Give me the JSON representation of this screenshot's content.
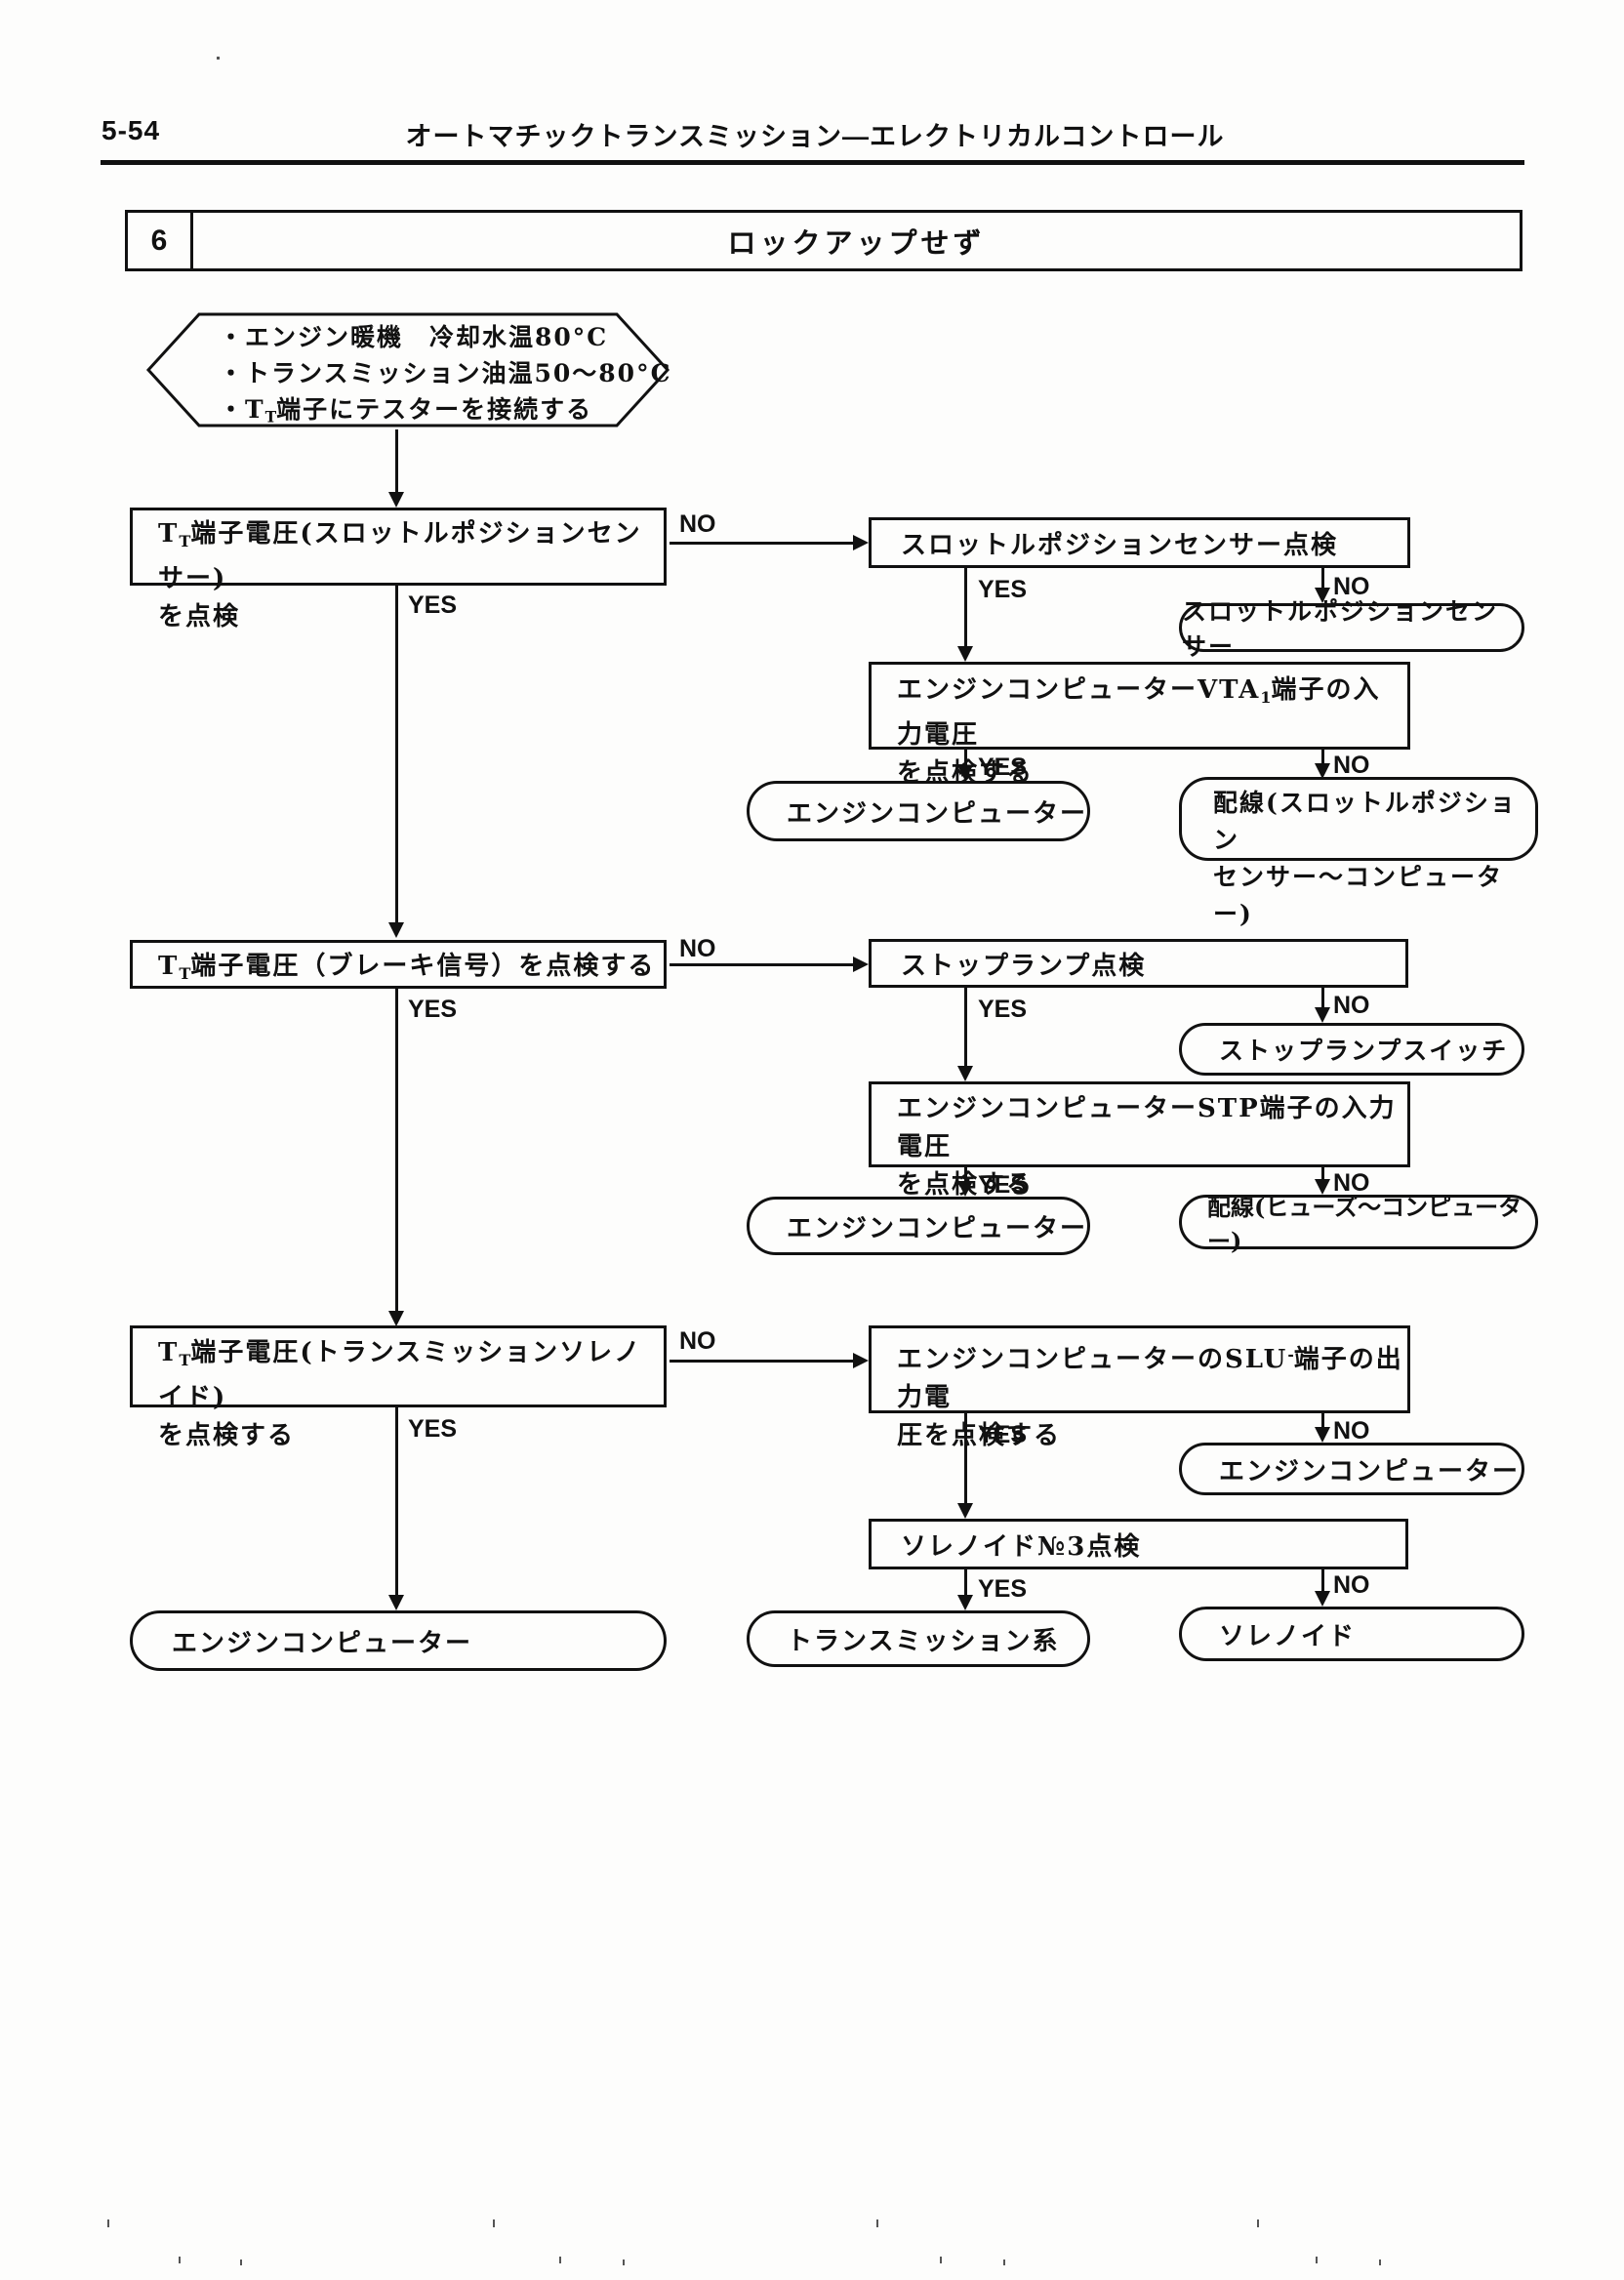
{
  "page": {
    "number": "5-54",
    "title": "オートマチックトランスミッション—エレクトリカルコントロール"
  },
  "section": {
    "number": "6",
    "title": "ロックアップせず"
  },
  "labels": {
    "yes": "YES",
    "no": "NO"
  },
  "pre": {
    "l1": "・エンジン暖機　冷却水温80°C",
    "l2": "・トランスミッション油温50～80°C",
    "l3_pre": "・T",
    "l3_sub": "T",
    "l3_post": "端子にテスターを接続する"
  },
  "flow": {
    "check_tp": {
      "l1_pre": "T",
      "l1_sub": "T",
      "l1_post": "端子電圧(スロットルポジションセンサー)",
      "l2": "を点検"
    },
    "tp_inspect": {
      "l1": "スロットルポジションセンサー点検"
    },
    "tp_sensor": {
      "l1": "スロットルポジションセンサー"
    },
    "vta": {
      "l1_pre": "エンジンコンピューターVTA",
      "l1_sub": "1",
      "l1_post": "端子の入力電圧",
      "l2": "を点検する"
    },
    "engine_computer": {
      "l1": "エンジンコンピューター"
    },
    "wiring_tp": {
      "l1": "配線(スロットルポジション",
      "l2": "センサー～コンピューター)"
    },
    "check_brake": {
      "l1_pre": "T",
      "l1_sub": "T",
      "l1_post": "端子電圧（ブレーキ信号）を点検する"
    },
    "stop_lamp": {
      "l1": "ストップランプ点検"
    },
    "stop_lamp_switch": {
      "l1": "ストップランプスイッチ"
    },
    "stp": {
      "l1": "エンジンコンピューターSTP端子の入力電圧",
      "l2": "を点検する"
    },
    "wiring_fuse": {
      "l1": "配線(ヒューズ～コンピューター)"
    },
    "check_sol": {
      "l1_pre": "T",
      "l1_sub": "T",
      "l1_post": "端子電圧(トランスミッションソレノイド)",
      "l2": "を点検する"
    },
    "slu": {
      "l1_pre": "エンジンコンピューターのSLU",
      "l1_sup": "-",
      "l1_post": "端子の出力電",
      "l2": "圧を点検する"
    },
    "sol3": {
      "l1": "ソレノイド№3点検"
    },
    "transmission": {
      "l1": "トランスミッション系"
    },
    "solenoid": {
      "l1": "ソレノイド"
    }
  }
}
